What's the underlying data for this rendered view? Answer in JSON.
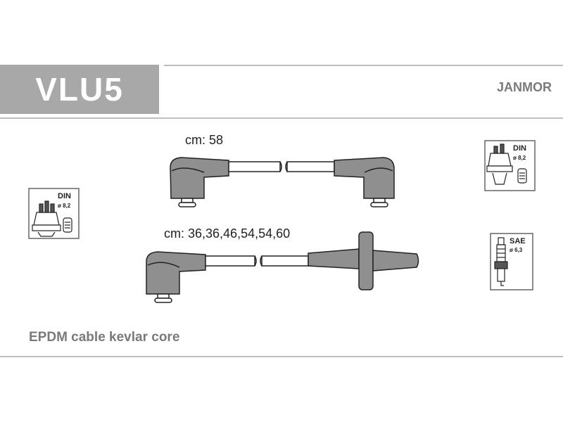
{
  "product": {
    "code": "VLU5",
    "brand": "JANMOR",
    "description": "EPDM cable kevlar core"
  },
  "cables": {
    "top_length_label": "cm: 58",
    "bottom_length_label": "cm: 36,36,46,54,54,60"
  },
  "icons": {
    "distributor_left": {
      "name": "distributor-cap-icon",
      "standard": "DIN",
      "diameter": "ø 8,2"
    },
    "distributor_right": {
      "name": "distributor-cap-icon",
      "standard": "DIN",
      "diameter": "ø 8,2"
    },
    "spark_plug": {
      "name": "spark-plug-icon",
      "standard": "SAE",
      "diameter": "ø 6,3"
    }
  },
  "colors": {
    "header_box": "#a8a8a8",
    "boot_gray": "#8f8f8f",
    "text_gray": "#7a7a7a"
  }
}
